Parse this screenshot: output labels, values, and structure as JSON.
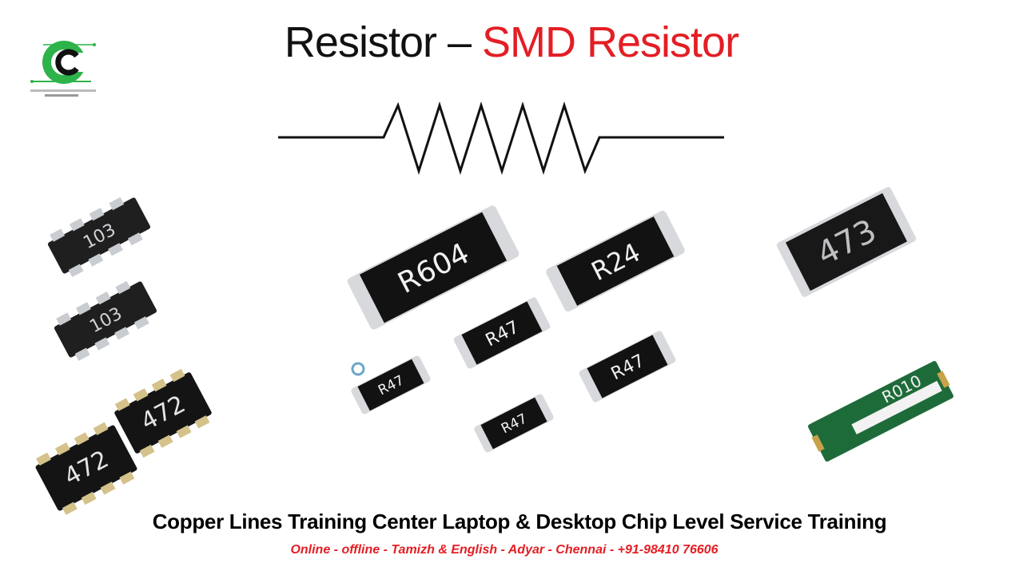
{
  "slide": {
    "title_main": "Resistor – ",
    "title_highlight": "SMD Resistor",
    "footer_main": "Copper Lines Training Center Laptop & Desktop Chip Level Service Training",
    "footer_sub": "Online - offline - Tamizh & English - Adyar - Chennai - +91-98410 76606"
  },
  "logo": {
    "letter": "C",
    "icon": "copper-lines-logo-icon"
  },
  "chips": {
    "network_1": "103",
    "network_2": "103",
    "network_3": "472",
    "network_4": "472",
    "large_1": "R604",
    "large_2": "R24",
    "mid_1": "R47",
    "mid_2": "R47",
    "small_1": "R47",
    "small_2": "R47",
    "right_top": "473",
    "right_bottom": "R010"
  },
  "colors": {
    "accent_red": "#e31e24",
    "logo_green": "#2db34a",
    "chip_black": "#121212",
    "chip_terminal": "#d7d9dc",
    "board_green": "#1e6b3a"
  }
}
